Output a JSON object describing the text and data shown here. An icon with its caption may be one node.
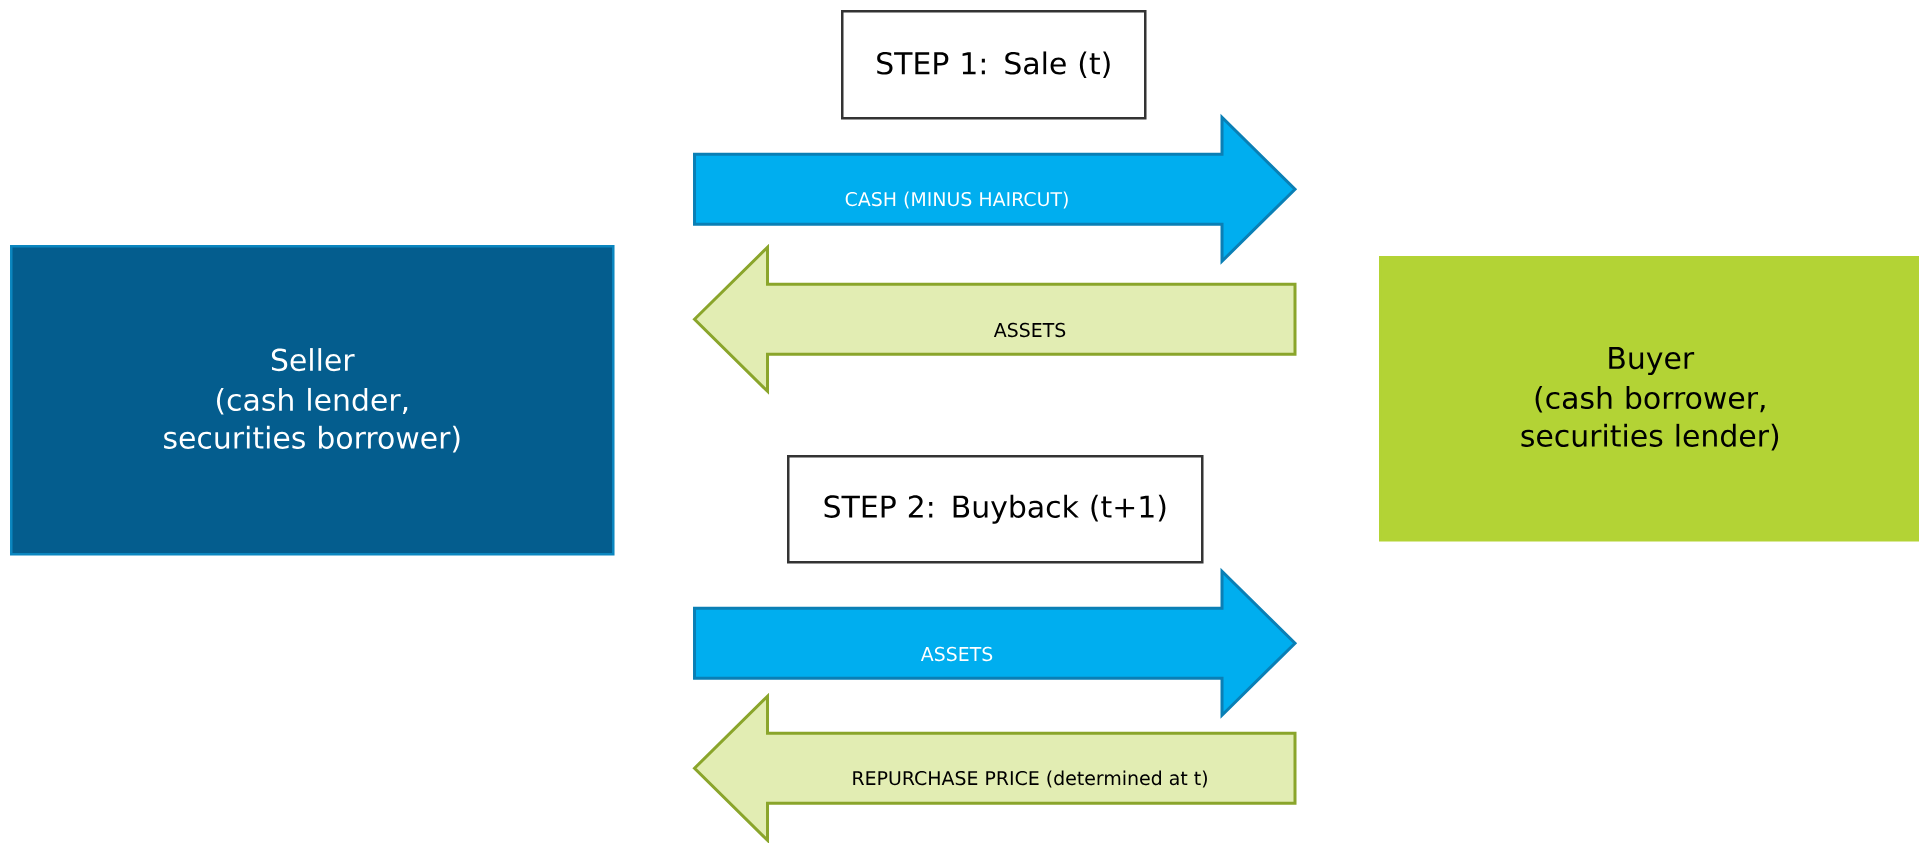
{
  "diagram": {
    "nodes": [
      {
        "text": [
          "STEP 1: Sale (t)"
        ]
      },
      {
        "text": [
          "Seller",
          "(cash lender, securities borrower)"
        ]
      },
      {
        "text": [
          "Buyer",
          "(cash borrower, securities lender)"
        ]
      },
      {
        "text": [
          "STEP 2: Buyback (t+1)"
        ]
      }
    ],
    "edges": [
      {
        "from": 1,
        "to": 2,
        "arrow": "to",
        "label": "CASH (MINUS HAIRCUT)",
        "color": "#00aeef"
      },
      {
        "from": 2,
        "to": 1,
        "arrow": "to",
        "label": "ASSETS",
        "color": "#e2edb3"
      },
      {
        "from": 1,
        "to": 2,
        "arrow": "to",
        "label": "ASSETS",
        "color": "#00aeef"
      },
      {
        "from": 2,
        "to": 1,
        "arrow": "to",
        "label": "REPURCHASE PRICE (determined at t)",
        "color": "#e2edb3"
      }
    ]
  }
}
